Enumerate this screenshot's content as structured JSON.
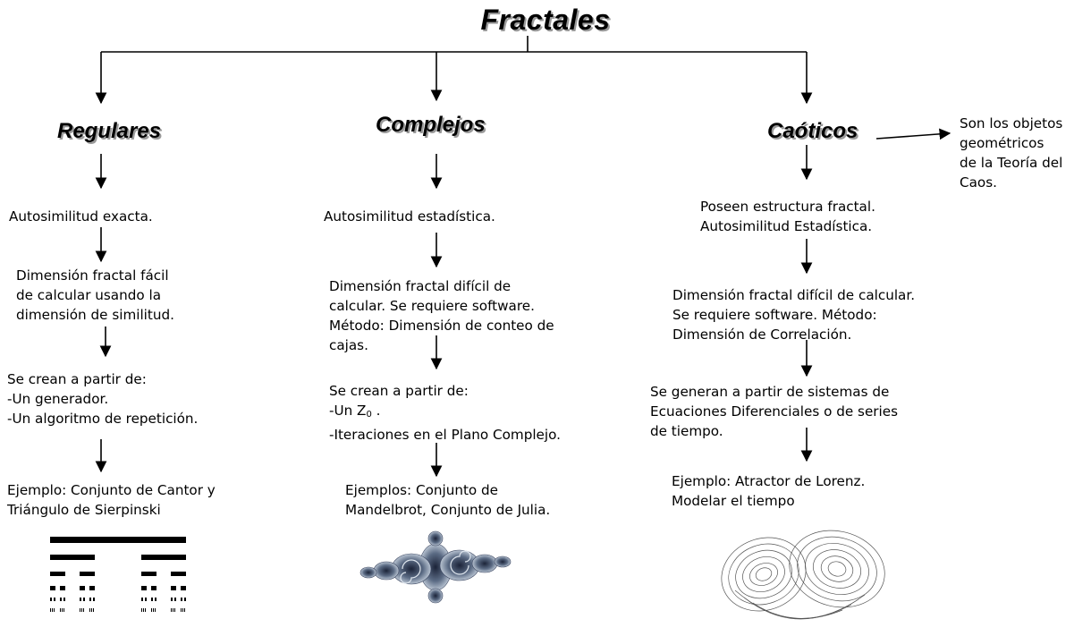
{
  "title": "Fractales",
  "branches": {
    "regulares": {
      "heading": "Regulares",
      "steps": [
        [
          "Autosimilitud exacta."
        ],
        [
          "Dimensión fractal fácil",
          "de calcular usando la",
          "dimensión de similitud."
        ],
        [
          "Se crean a partir de:",
          "-Un generador.",
          "-Un algoritmo de repetición."
        ],
        [
          "Ejemplo: Conjunto de Cantor y",
          "Triángulo de Sierpinski"
        ]
      ],
      "image": "cantor-set-image"
    },
    "complejos": {
      "heading": "Complejos",
      "steps": [
        [
          "Autosimilitud estadística."
        ],
        [
          "Dimensión fractal difícil de",
          "calcular. Se requiere software.",
          "Método: Dimensión de conteo de",
          "cajas."
        ],
        [
          "Se crean a partir de:",
          "-Un Z",
          "0",
          " .",
          "-Iteraciones en el Plano Complejo."
        ],
        [
          "Ejemplos: Conjunto de",
          "Mandelbrot, Conjunto de Julia."
        ]
      ],
      "image": "julia-set-image"
    },
    "caoticos": {
      "heading": "Caóticos",
      "note": [
        "Son los objetos",
        "geométricos",
        "de la Teoría del",
        "Caos."
      ],
      "steps": [
        [
          "Poseen estructura fractal.",
          "Autosimilitud Estadística."
        ],
        [
          "Dimensión fractal difícil de calcular.",
          "Se requiere software. Método:",
          "Dimensión de Correlación."
        ],
        [
          "Se generan a partir de sistemas de",
          "Ecuaciones Diferenciales o de series",
          "de tiempo."
        ],
        [
          "Ejemplo: Atractor de Lorenz.",
          "Modelar el tiempo"
        ]
      ],
      "image": "lorenz-attractor-image"
    }
  }
}
